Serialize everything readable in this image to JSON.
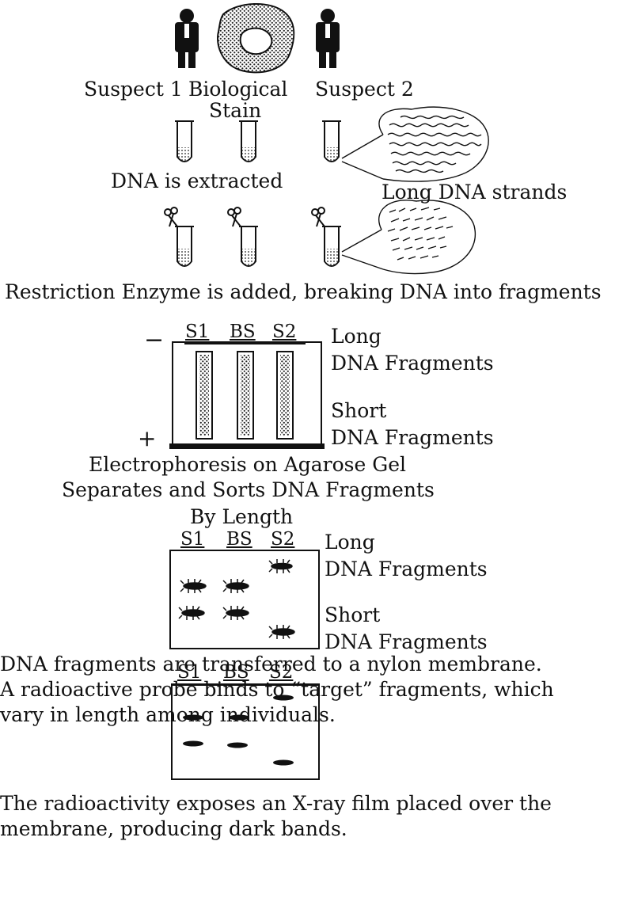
{
  "step1": {
    "suspect1_label": "Suspect 1",
    "stain_label_a": "Biological",
    "stain_label_b": "Stain",
    "suspect2_label": "Suspect 2"
  },
  "step2": {
    "caption": "DNA is extracted",
    "strands_label": "Long DNA strands"
  },
  "step3": {
    "caption": "Restriction Enzyme is added, breaking DNA into fragments"
  },
  "gel": {
    "lanes": [
      "S1",
      "BS",
      "S2"
    ],
    "minus": "−",
    "plus": "+",
    "long_a": "Long",
    "long_b": "DNA Fragments",
    "short_a": "Short",
    "short_b": "DNA Fragments",
    "caption_1": "Electrophoresis on Agarose Gel",
    "caption_2": "Separates and Sorts DNA Fragments",
    "caption_3": "By Length"
  },
  "membrane": {
    "lanes": [
      "S1",
      "BS",
      "S2"
    ],
    "long_a": "Long",
    "long_b": "DNA Fragments",
    "short_a": "Short",
    "short_b": "DNA Fragments",
    "caption_1": "DNA fragments are transferred to a nylon membrane.",
    "caption_2": "A radioactive probe binds to “target” fragments, which",
    "caption_3": "vary in length among individuals."
  },
  "film": {
    "lanes": [
      "S1",
      "BS",
      "S2"
    ],
    "caption_1": "The radioactivity exposes an X-ray film placed over the",
    "caption_2": "membrane, producing dark bands."
  }
}
